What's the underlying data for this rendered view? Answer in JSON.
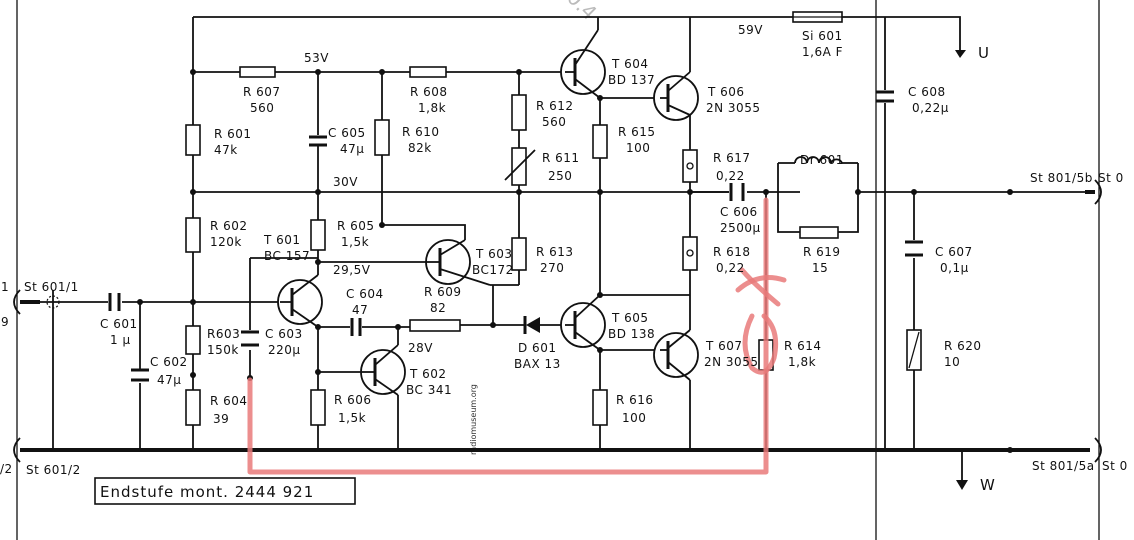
{
  "diagram": {
    "watermark_top": "0.4",
    "watermark_side": "radiomuseum.org",
    "title_box": "Endstufe mont. 2444 921",
    "rails": {
      "v59": "59V",
      "v53": "53V",
      "v30": "30V",
      "v29": "29,5V",
      "v28": "28V"
    },
    "terminals": {
      "u": "U",
      "w": "W",
      "st601_1": "St 601/1",
      "st601_2": "St 601/2",
      "st801_5b": "St 801/5b",
      "st801_5a": "St 801/5a",
      "edge_left_top": "1",
      "edge_left_mid": "9",
      "edge_left_bot": "/2",
      "edge_right_top": "St 0",
      "edge_right_bot": "St 0"
    },
    "components": {
      "r601": {
        "name": "R 601",
        "value": "47k"
      },
      "r602": {
        "name": "R 602",
        "value": "120k"
      },
      "r603": {
        "name": "R603",
        "value": "150k"
      },
      "r604": {
        "name": "R 604",
        "value": "39"
      },
      "r605": {
        "name": "R 605",
        "value": "1,5k"
      },
      "r606": {
        "name": "R 606",
        "value": "1,5k"
      },
      "r607": {
        "name": "R 607",
        "value": "560"
      },
      "r608": {
        "name": "R 608",
        "value": "1,8k"
      },
      "r609": {
        "name": "R 609",
        "value": "82"
      },
      "r610": {
        "name": "R 610",
        "value": "82k"
      },
      "r611": {
        "name": "R 611",
        "value": "250"
      },
      "r612": {
        "name": "R 612",
        "value": "560"
      },
      "r613": {
        "name": "R 613",
        "value": "270"
      },
      "r614": {
        "name": "R 614",
        "value": "1,8k"
      },
      "r615": {
        "name": "R 615",
        "value": "100"
      },
      "r616": {
        "name": "R 616",
        "value": "100"
      },
      "r617": {
        "name": "R 617",
        "value": "0,22"
      },
      "r618": {
        "name": "R 618",
        "value": "0,22"
      },
      "r619": {
        "name": "R 619",
        "value": "15"
      },
      "r620": {
        "name": "R 620",
        "value": "10"
      },
      "c601": {
        "name": "C 601",
        "value": "1 μ"
      },
      "c602": {
        "name": "C 602",
        "value": "47μ"
      },
      "c603": {
        "name": "C 603",
        "value": "220μ"
      },
      "c604": {
        "name": "C 604",
        "value": "47"
      },
      "c605": {
        "name": "C 605",
        "value": "47μ"
      },
      "c606": {
        "name": "C 606",
        "value": "2500μ"
      },
      "c607": {
        "name": "C 607",
        "value": "0,1μ"
      },
      "c608": {
        "name": "C 608",
        "value": "0,22μ"
      },
      "t601": {
        "name": "T 601",
        "value": "BC 157"
      },
      "t602": {
        "name": "T 602",
        "value": "BC 341"
      },
      "t603": {
        "name": "T 603",
        "value": "BC172"
      },
      "t604": {
        "name": "T 604",
        "value": "BD 137"
      },
      "t605": {
        "name": "T 605",
        "value": "BD 138"
      },
      "t606": {
        "name": "T 606",
        "value": "2N 3055"
      },
      "t607": {
        "name": "T 607",
        "value": "2N 3055"
      },
      "d601": {
        "name": "D 601",
        "value": "BAX 13"
      },
      "dr601": {
        "name": "Dr 601",
        "value": ""
      },
      "si601": {
        "name": "Si 601",
        "value": "1,6A F"
      }
    },
    "colors": {
      "ink": "#111111",
      "annotation": "#e97a7a",
      "paper": "#ffffff"
    }
  }
}
